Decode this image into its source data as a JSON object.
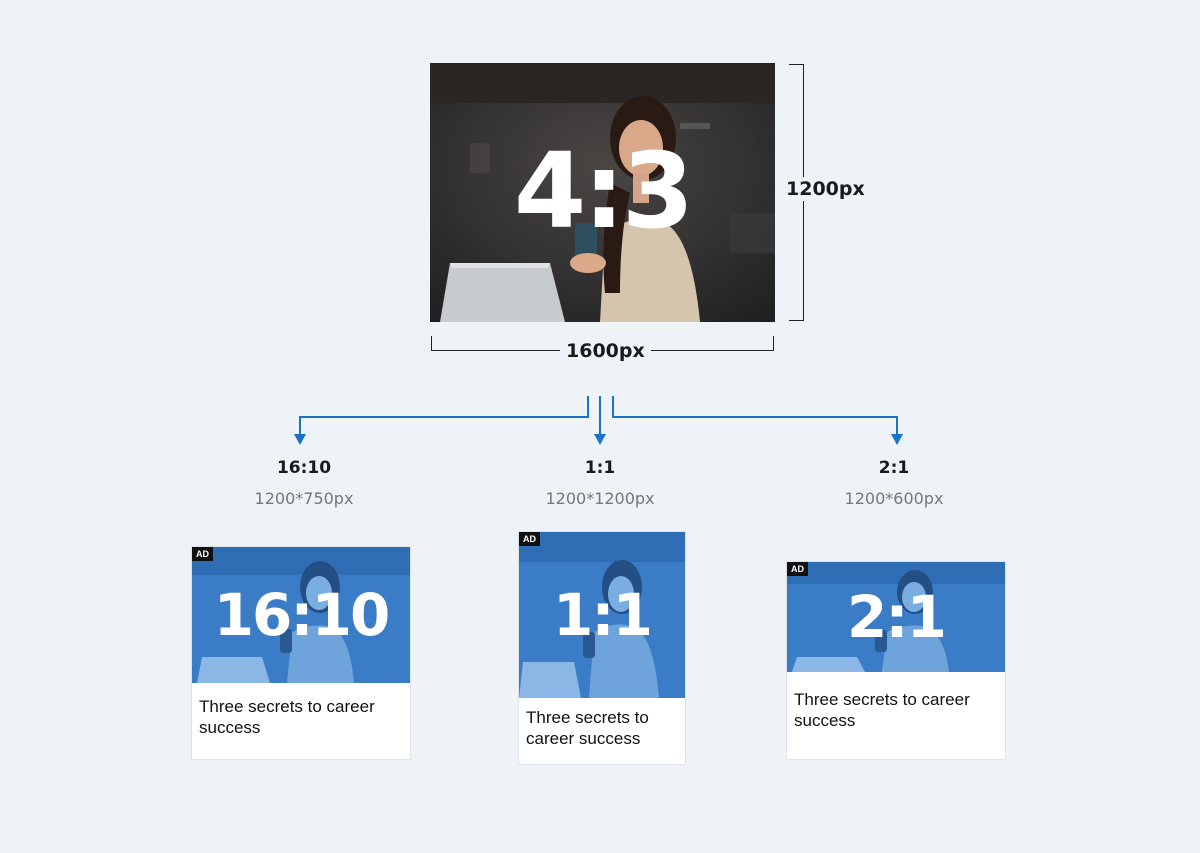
{
  "main": {
    "ratio": "4:3",
    "width_label": "1600px",
    "height_label": "1200px"
  },
  "variants": [
    {
      "ratio": "16:10",
      "size": "1200*750px",
      "badge": "AD",
      "caption": "Three secrets to career success"
    },
    {
      "ratio": "1:1",
      "size": "1200*1200px",
      "badge": "AD",
      "caption": "Three secrets to career success"
    },
    {
      "ratio": "2:1",
      "size": "1200*600px",
      "badge": "AD",
      "caption": "Three secrets to career success"
    }
  ],
  "colors": {
    "arrow": "#1a73c8",
    "overlay": "#2d7fd0",
    "background": "#eef3f8"
  }
}
